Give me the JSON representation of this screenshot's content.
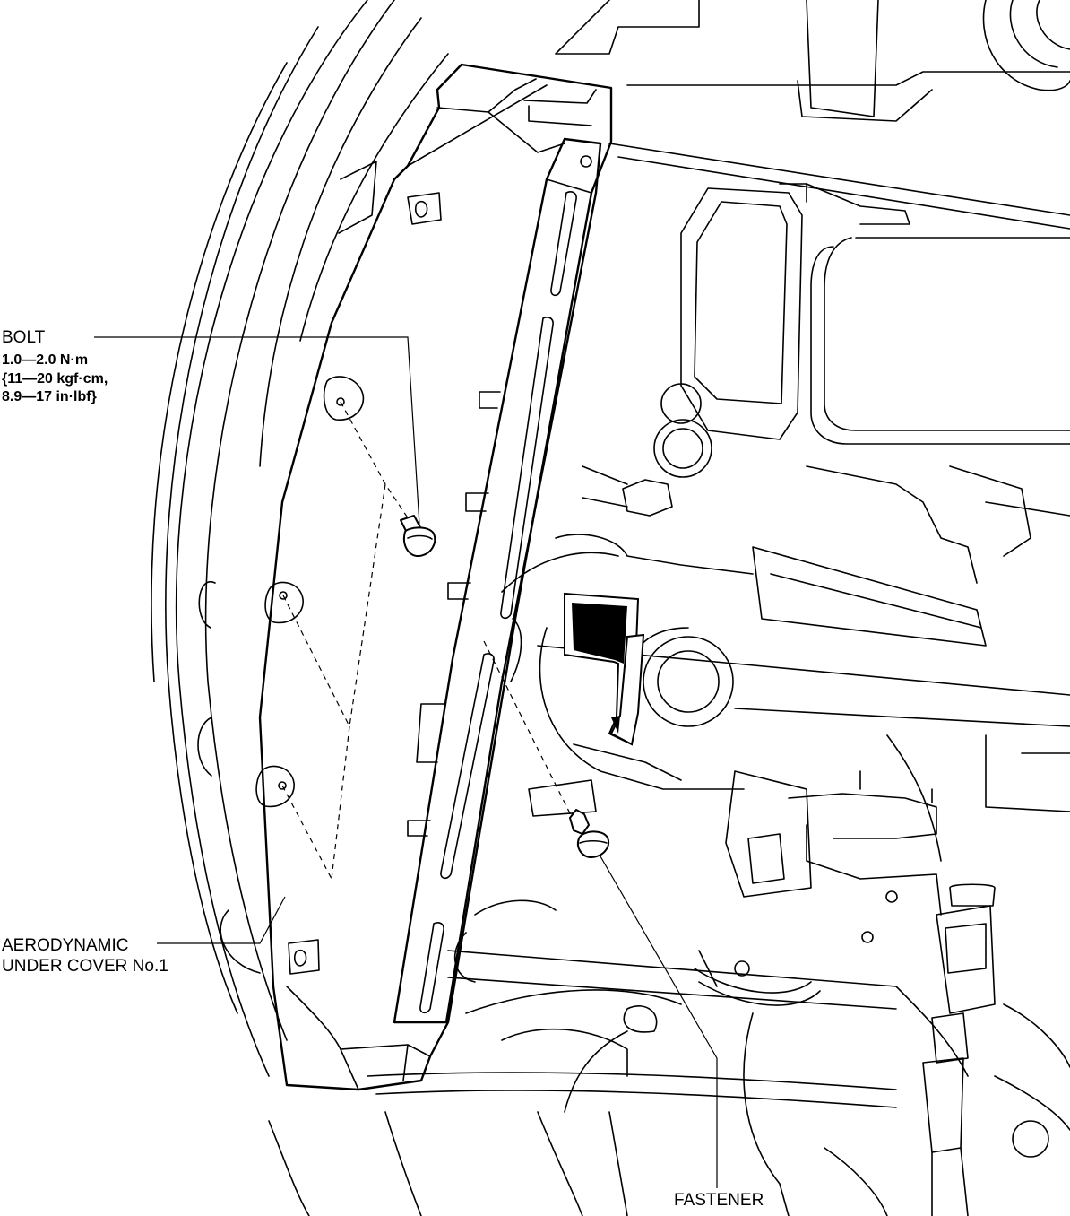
{
  "callouts": {
    "bolt": {
      "name": "BOLT",
      "torque_nm": "1.0—2.0 N·m",
      "torque_kgfcm": "{11—20 kgf·cm,",
      "torque_inlbf": "8.9—17 in·lbf}"
    },
    "cover": {
      "line1": "AERODYNAMIC",
      "line2": "UNDER COVER No.1"
    },
    "fastener": {
      "name": "FASTENER"
    }
  }
}
